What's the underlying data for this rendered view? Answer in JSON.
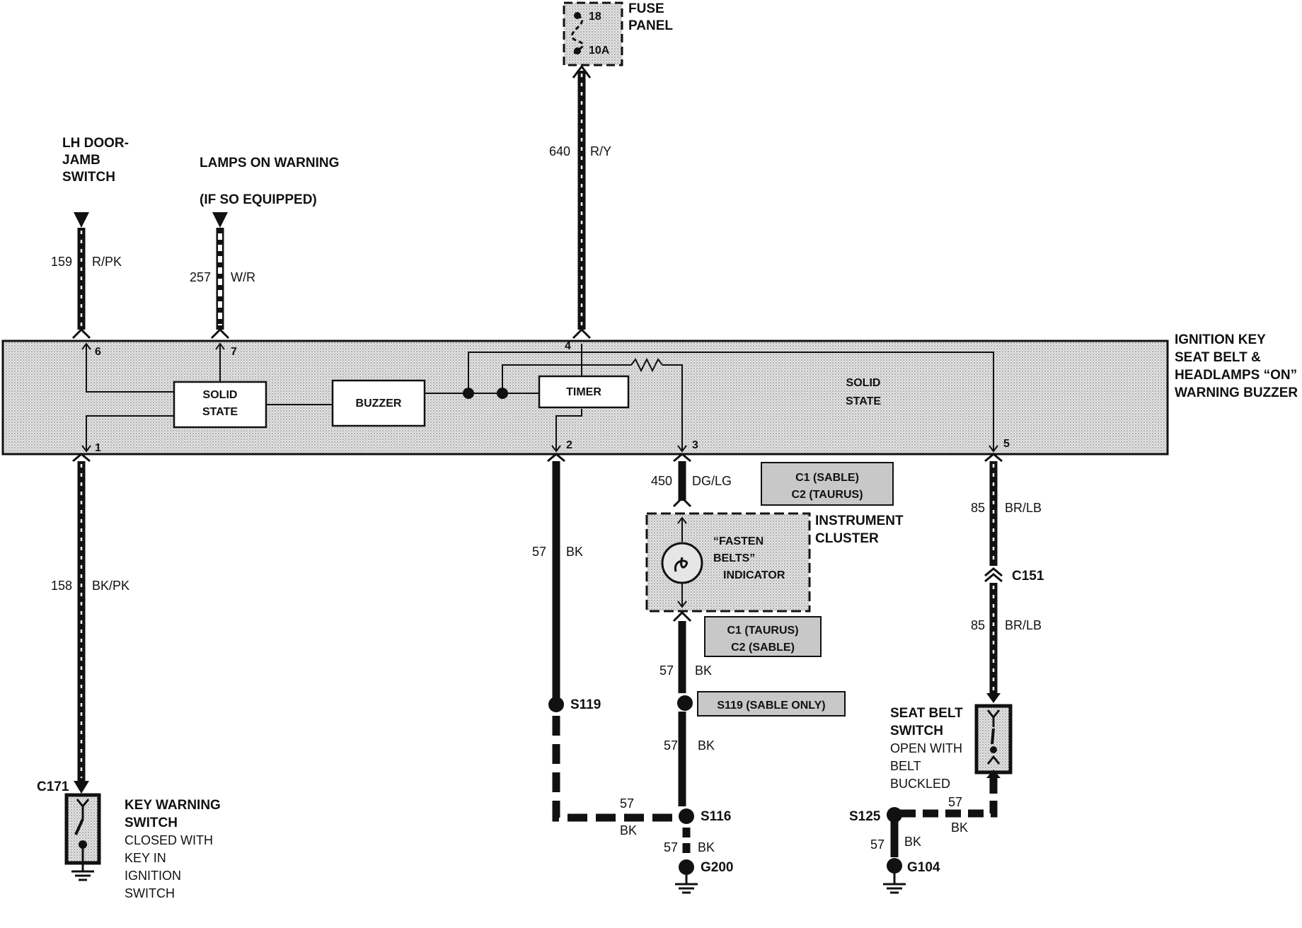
{
  "fuse": {
    "top": "18",
    "rating": "10A",
    "label_line1": "FUSE",
    "label_line2": "PANEL"
  },
  "circuit_640": {
    "num": "640",
    "color": "R/Y"
  },
  "lh_switch": {
    "line1": "LH DOOR-",
    "line2": "JAMB",
    "line3": "SWITCH"
  },
  "lamps_warning": {
    "line1": "LAMPS ON WARNING",
    "line2": "(IF SO EQUIPPED)"
  },
  "circuit_159": {
    "num": "159",
    "color": "R/PK"
  },
  "circuit_257": {
    "num": "257",
    "color": "W/R"
  },
  "module": {
    "name_line1": "IGNITION KEY",
    "name_line2": "SEAT BELT &",
    "name_line3": "HEADLAMPS “ON”",
    "name_line4": "WARNING BUZZER",
    "solid_state_line1": "SOLID",
    "solid_state_line2": "STATE",
    "buzzer": "BUZZER",
    "timer": "TIMER",
    "right_line1": "SOLID",
    "right_line2": "STATE",
    "pins": {
      "p1": "1",
      "p2": "2",
      "p3": "3",
      "p4": "4",
      "p5": "5",
      "p6": "6",
      "p7": "7"
    }
  },
  "circuit_158": {
    "num": "158",
    "color": "BK/PK"
  },
  "c171": "C171",
  "key_switch": {
    "line1": "KEY WARNING",
    "line2": "SWITCH",
    "line3": "CLOSED WITH",
    "line4": "KEY IN",
    "line5": "IGNITION",
    "line6": "SWITCH"
  },
  "circuit_57a": {
    "num": "57",
    "color": "BK"
  },
  "s119": "S119",
  "circuit_450": {
    "num": "450",
    "color": "DG/LG"
  },
  "conn_top": {
    "line1": "C1 (SABLE)",
    "line2": "C2 (TAURUS)"
  },
  "cluster": {
    "line1": "INSTRUMENT",
    "line2": "CLUSTER",
    "ind1": "“FASTEN",
    "ind2": "BELTS”",
    "ind3": "INDICATOR"
  },
  "conn_bottom": {
    "line1": "C1 (TAURUS)",
    "line2": "C2 (SABLE)"
  },
  "circuit_57b": {
    "num": "57",
    "color": "BK"
  },
  "s119_sable": "S119 (SABLE ONLY)",
  "circuit_57c": {
    "num": "57",
    "color": "BK"
  },
  "circuit_57d": {
    "num": "57",
    "color": "BK"
  },
  "s116": "S116",
  "circuit_57e": {
    "num": "57",
    "color": "BK"
  },
  "g200": "G200",
  "circuit_85a": {
    "num": "85",
    "color": "BR/LB"
  },
  "c151": "C151",
  "circuit_85b": {
    "num": "85",
    "color": "BR/LB"
  },
  "seat_switch": {
    "line1": "SEAT BELT",
    "line2": "SWITCH",
    "line3": "OPEN WITH",
    "line4": "BELT",
    "line5": "BUCKLED"
  },
  "s125": "S125",
  "circuit_57f": {
    "num": "57",
    "color": "BK"
  },
  "circuit_57g": {
    "num": "57",
    "color": "BK"
  },
  "g104": "G104"
}
